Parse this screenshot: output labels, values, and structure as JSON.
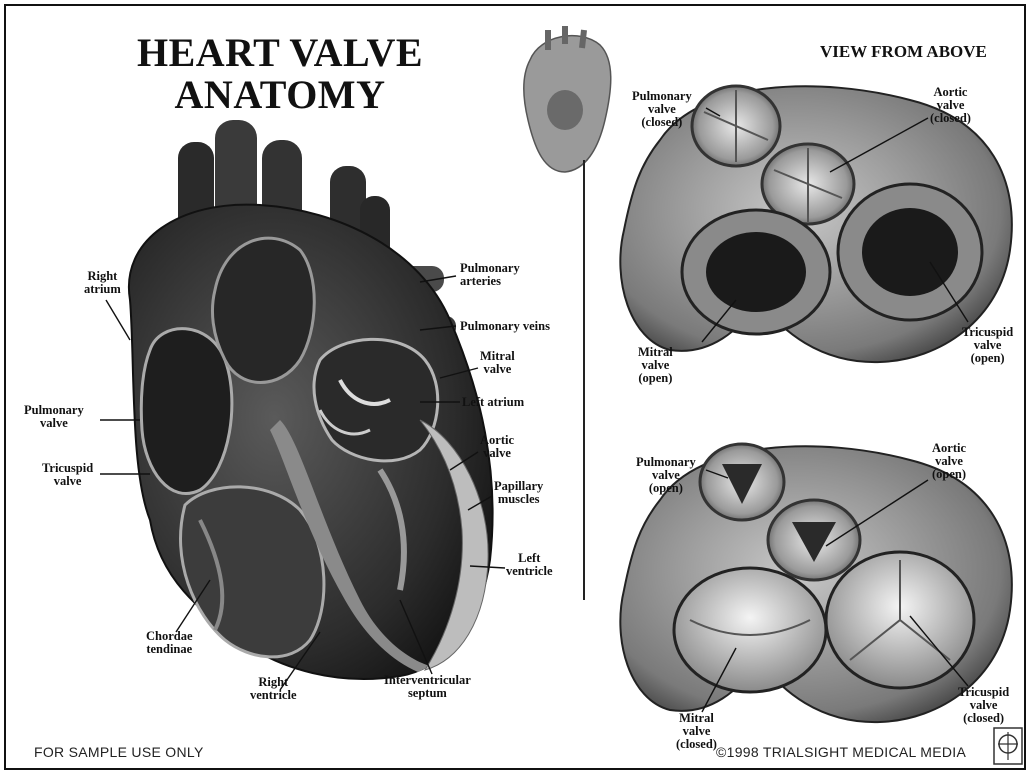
{
  "title": "HEART VALVE\nANATOMY",
  "view_title": "VIEW FROM ABOVE",
  "heart_labels": {
    "right_atrium": "Right\natrium",
    "pulmonary_valve": "Pulmonary\nvalve",
    "tricuspid_valve": "Tricuspid\nvalve",
    "chordae_tendinae": "Chordae\ntendinae",
    "right_ventricle": "Right\nventricle",
    "interventricular_septum": "Interventricular\nseptum",
    "pulmonary_arteries": "Pulmonary\narteries",
    "pulmonary_veins": "Pulmonary veins",
    "mitral_valve": "Mitral\nvalve",
    "left_atrium": "Left atrium",
    "aortic_valve": "Aortic\nvalve",
    "papillary_muscles": "Papillary\nmuscles",
    "left_ventricle": "Left\nventricle"
  },
  "top_view_labels": {
    "pulmonary_valve": "Pulmonary\nvalve\n(closed)",
    "aortic_valve": "Aortic\nvalve\n(closed)",
    "mitral_valve": "Mitral\nvalve\n(open)",
    "tricuspid_valve": "Tricuspid\nvalve\n(open)"
  },
  "bottom_view_labels": {
    "pulmonary_valve": "Pulmonary\nvalve\n(open)",
    "aortic_valve": "Aortic\nvalve\n(open)",
    "mitral_valve": "Mitral\nvalve\n(closed)",
    "tricuspid_valve": "Tricuspid\nvalve\n(closed)"
  },
  "footer_left": "FOR SAMPLE USE ONLY",
  "footer_right": "©1998 TRIALSIGHT MEDICAL MEDIA"
}
